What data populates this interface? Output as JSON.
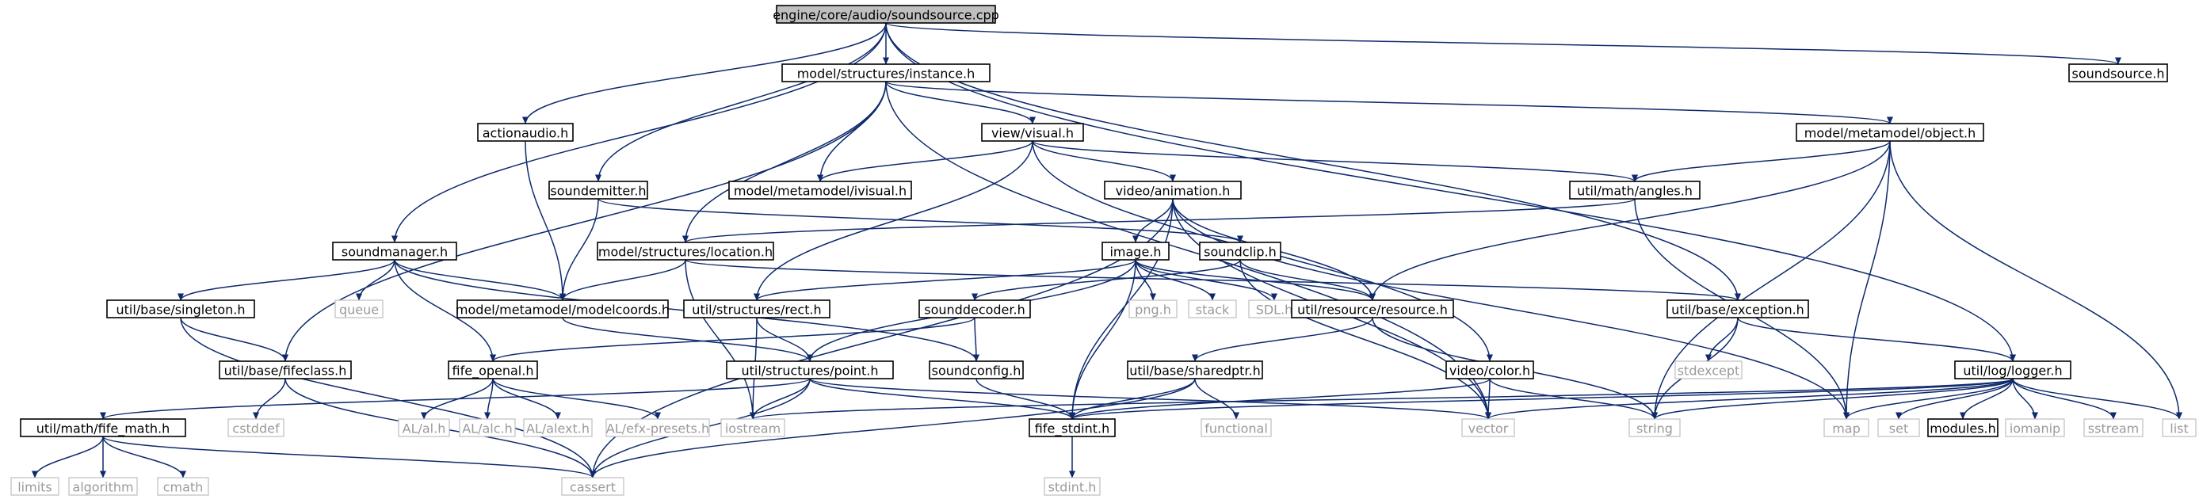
{
  "colors": {
    "edge": "#0e2a6d",
    "root_fill": "#bfbfbf",
    "box_border": "#000000",
    "system_border": "#bfbfbf",
    "system_text": "#9a9a9a"
  },
  "nodes": [
    {
      "id": "root",
      "label": "engine/core/audio/soundsource.cpp",
      "kind": "root"
    },
    {
      "id": "instance",
      "label": "model/structures/instance.h",
      "kind": "project"
    },
    {
      "id": "soundsource_h",
      "label": "soundsource.h",
      "kind": "project"
    },
    {
      "id": "actionaudio",
      "label": "actionaudio.h",
      "kind": "project"
    },
    {
      "id": "visual",
      "label": "view/visual.h",
      "kind": "project"
    },
    {
      "id": "object",
      "label": "model/metamodel/object.h",
      "kind": "project"
    },
    {
      "id": "soundemitter",
      "label": "soundemitter.h",
      "kind": "project"
    },
    {
      "id": "ivisual",
      "label": "model/metamodel/ivisual.h",
      "kind": "project"
    },
    {
      "id": "animation",
      "label": "video/animation.h",
      "kind": "project"
    },
    {
      "id": "angles",
      "label": "util/math/angles.h",
      "kind": "project"
    },
    {
      "id": "soundmanager",
      "label": "soundmanager.h",
      "kind": "project"
    },
    {
      "id": "location",
      "label": "model/structures/location.h",
      "kind": "project"
    },
    {
      "id": "image",
      "label": "image.h",
      "kind": "project"
    },
    {
      "id": "soundclip",
      "label": "soundclip.h",
      "kind": "project"
    },
    {
      "id": "singleton",
      "label": "util/base/singleton.h",
      "kind": "project"
    },
    {
      "id": "queue",
      "label": "queue",
      "kind": "system"
    },
    {
      "id": "modelcoords",
      "label": "model/metamodel/modelcoords.h",
      "kind": "project"
    },
    {
      "id": "rect",
      "label": "util/structures/rect.h",
      "kind": "project"
    },
    {
      "id": "pngh",
      "label": "png.h",
      "kind": "system"
    },
    {
      "id": "stack",
      "label": "stack",
      "kind": "system"
    },
    {
      "id": "sdlh",
      "label": "SDL.h",
      "kind": "system"
    },
    {
      "id": "resource",
      "label": "util/resource/resource.h",
      "kind": "project"
    },
    {
      "id": "exception",
      "label": "util/base/exception.h",
      "kind": "project"
    },
    {
      "id": "sounddecoder",
      "label": "sounddecoder.h",
      "kind": "project"
    },
    {
      "id": "fifeclass",
      "label": "util/base/fifeclass.h",
      "kind": "project"
    },
    {
      "id": "fife_openal",
      "label": "fife_openal.h",
      "kind": "project"
    },
    {
      "id": "point",
      "label": "util/structures/point.h",
      "kind": "project"
    },
    {
      "id": "soundconfig",
      "label": "soundconfig.h",
      "kind": "project"
    },
    {
      "id": "sharedptr",
      "label": "util/base/sharedptr.h",
      "kind": "project"
    },
    {
      "id": "color",
      "label": "video/color.h",
      "kind": "project"
    },
    {
      "id": "stdexcept",
      "label": "stdexcept",
      "kind": "system"
    },
    {
      "id": "logger",
      "label": "util/log/logger.h",
      "kind": "project"
    },
    {
      "id": "cstddef",
      "label": "cstddef",
      "kind": "system"
    },
    {
      "id": "fife_math",
      "label": "util/math/fife_math.h",
      "kind": "project"
    },
    {
      "id": "alh",
      "label": "AL/al.h",
      "kind": "system"
    },
    {
      "id": "alch",
      "label": "AL/alc.h",
      "kind": "system"
    },
    {
      "id": "alexth",
      "label": "AL/alext.h",
      "kind": "system"
    },
    {
      "id": "efxpresets",
      "label": "AL/efx-presets.h",
      "kind": "system"
    },
    {
      "id": "iostream",
      "label": "iostream",
      "kind": "system"
    },
    {
      "id": "fife_stdint",
      "label": "fife_stdint.h",
      "kind": "project"
    },
    {
      "id": "functional",
      "label": "functional",
      "kind": "system"
    },
    {
      "id": "vector",
      "label": "vector",
      "kind": "system"
    },
    {
      "id": "string",
      "label": "string",
      "kind": "system"
    },
    {
      "id": "map",
      "label": "map",
      "kind": "system"
    },
    {
      "id": "set",
      "label": "set",
      "kind": "system"
    },
    {
      "id": "modules",
      "label": "modules.h",
      "kind": "project"
    },
    {
      "id": "iomanip",
      "label": "iomanip",
      "kind": "system"
    },
    {
      "id": "sstream",
      "label": "sstream",
      "kind": "system"
    },
    {
      "id": "list",
      "label": "list",
      "kind": "system"
    },
    {
      "id": "limits",
      "label": "limits",
      "kind": "system"
    },
    {
      "id": "algorithm",
      "label": "algorithm",
      "kind": "system"
    },
    {
      "id": "cmath",
      "label": "cmath",
      "kind": "system"
    },
    {
      "id": "cassert",
      "label": "cassert",
      "kind": "system"
    },
    {
      "id": "stdinth",
      "label": "stdint.h",
      "kind": "system"
    }
  ],
  "edges": [
    [
      "root",
      "instance"
    ],
    [
      "root",
      "soundsource_h"
    ],
    [
      "root",
      "actionaudio"
    ],
    [
      "root",
      "soundemitter"
    ],
    [
      "root",
      "soundmanager"
    ],
    [
      "root",
      "exception"
    ],
    [
      "root",
      "logger"
    ],
    [
      "instance",
      "visual"
    ],
    [
      "instance",
      "object"
    ],
    [
      "instance",
      "ivisual"
    ],
    [
      "instance",
      "location"
    ],
    [
      "instance",
      "fifeclass"
    ],
    [
      "instance",
      "vector"
    ],
    [
      "actionaudio",
      "modelcoords"
    ],
    [
      "visual",
      "ivisual"
    ],
    [
      "visual",
      "animation"
    ],
    [
      "visual",
      "angles"
    ],
    [
      "visual",
      "rect"
    ],
    [
      "visual",
      "color"
    ],
    [
      "object",
      "angles"
    ],
    [
      "object",
      "resource"
    ],
    [
      "object",
      "string"
    ],
    [
      "object",
      "map"
    ],
    [
      "object",
      "list"
    ],
    [
      "soundemitter",
      "modelcoords"
    ],
    [
      "soundemitter",
      "soundclip"
    ],
    [
      "animation",
      "image"
    ],
    [
      "animation",
      "resource"
    ],
    [
      "animation",
      "fife_stdint"
    ],
    [
      "animation",
      "cassert"
    ],
    [
      "animation",
      "map"
    ],
    [
      "animation",
      "vector"
    ],
    [
      "angles",
      "location"
    ],
    [
      "angles",
      "map"
    ],
    [
      "soundmanager",
      "singleton"
    ],
    [
      "soundmanager",
      "queue"
    ],
    [
      "soundmanager",
      "modelcoords"
    ],
    [
      "soundmanager",
      "fife_openal"
    ],
    [
      "soundmanager",
      "soundconfig"
    ],
    [
      "location",
      "modelcoords"
    ],
    [
      "location",
      "exception"
    ],
    [
      "location",
      "iostream"
    ],
    [
      "image",
      "rect"
    ],
    [
      "image",
      "pngh"
    ],
    [
      "image",
      "stack"
    ],
    [
      "image",
      "sdlh"
    ],
    [
      "image",
      "resource"
    ],
    [
      "image",
      "point"
    ],
    [
      "image",
      "fife_stdint"
    ],
    [
      "soundclip",
      "resource"
    ],
    [
      "soundclip",
      "sounddecoder"
    ],
    [
      "soundclip",
      "vector"
    ],
    [
      "singleton",
      "fifeclass"
    ],
    [
      "singleton",
      "cassert"
    ],
    [
      "modelcoords",
      "point"
    ],
    [
      "rect",
      "point"
    ],
    [
      "rect",
      "iostream"
    ],
    [
      "resource",
      "sharedptr"
    ],
    [
      "resource",
      "string"
    ],
    [
      "exception",
      "stdexcept"
    ],
    [
      "exception",
      "string"
    ],
    [
      "exception",
      "logger"
    ],
    [
      "sounddecoder",
      "fife_openal"
    ],
    [
      "sounddecoder",
      "soundconfig"
    ],
    [
      "fifeclass",
      "cstddef"
    ],
    [
      "fifeclass",
      "cassert"
    ],
    [
      "fife_openal",
      "alh"
    ],
    [
      "fife_openal",
      "alch"
    ],
    [
      "fife_openal",
      "alexth"
    ],
    [
      "fife_openal",
      "efxpresets"
    ],
    [
      "point",
      "fife_math"
    ],
    [
      "point",
      "iostream"
    ],
    [
      "point",
      "cassert"
    ],
    [
      "point",
      "vector"
    ],
    [
      "point",
      "fife_stdint"
    ],
    [
      "soundconfig",
      "fife_stdint"
    ],
    [
      "sharedptr",
      "fife_stdint"
    ],
    [
      "sharedptr",
      "functional"
    ],
    [
      "sharedptr",
      "cassert"
    ],
    [
      "color",
      "fife_stdint"
    ],
    [
      "color",
      "vector"
    ],
    [
      "color",
      "string"
    ],
    [
      "logger",
      "fife_stdint"
    ],
    [
      "logger",
      "iostream"
    ],
    [
      "logger",
      "vector"
    ],
    [
      "logger",
      "string"
    ],
    [
      "logger",
      "map"
    ],
    [
      "logger",
      "set"
    ],
    [
      "logger",
      "modules"
    ],
    [
      "logger",
      "iomanip"
    ],
    [
      "logger",
      "sstream"
    ],
    [
      "logger",
      "list"
    ],
    [
      "fife_math",
      "limits"
    ],
    [
      "fife_math",
      "algorithm"
    ],
    [
      "fife_math",
      "cmath"
    ],
    [
      "fife_math",
      "cassert"
    ],
    [
      "fife_stdint",
      "stdinth"
    ]
  ]
}
